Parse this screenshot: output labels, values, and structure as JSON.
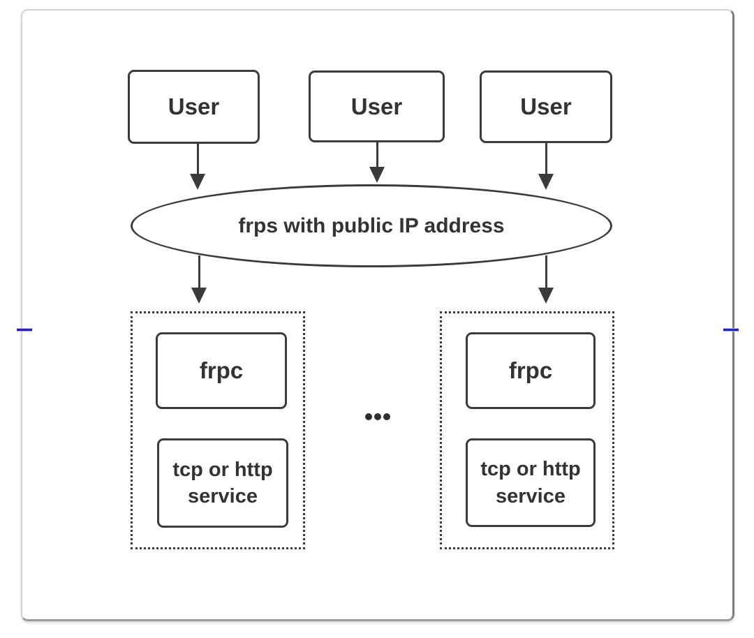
{
  "diagram": {
    "user_boxes": [
      {
        "label": "User"
      },
      {
        "label": "User"
      },
      {
        "label": "User"
      }
    ],
    "server_node": {
      "label": "frps with public IP address"
    },
    "client_groups": [
      {
        "frpc_label": "frpc",
        "service_label": "tcp or http service"
      },
      {
        "frpc_label": "frpc",
        "service_label": "tcp or http service"
      }
    ],
    "ellipsis_icon": "three-dots",
    "colors": {
      "stroke": "#3b3b3b",
      "text": "#333333",
      "card_border": "#d2d2d2",
      "card_border_right": "#7e7e7e",
      "card_border_bottom": "#9b9b9b",
      "selection_marker_blue": "#2222cc"
    }
  }
}
